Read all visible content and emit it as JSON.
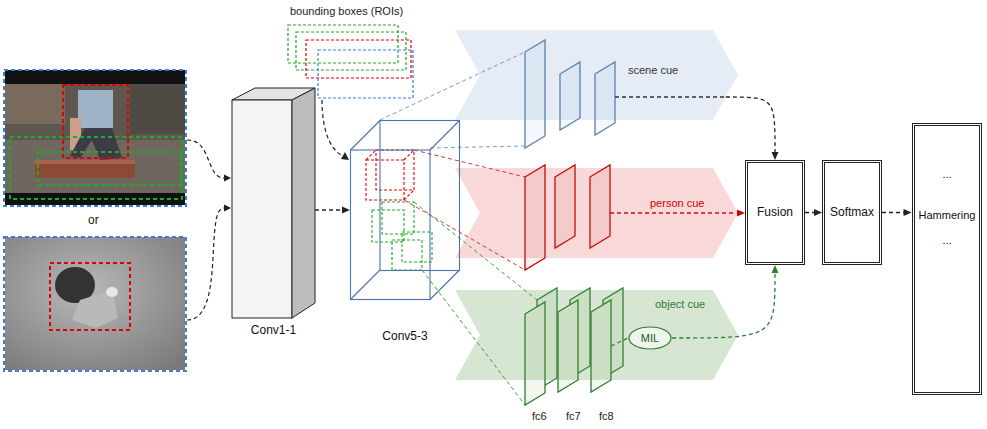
{
  "diagram": {
    "nodes": [
      {
        "text": [
          "Conv1-1"
        ]
      },
      {
        "text": [
          "Conv5-3"
        ]
      },
      {
        "text": [
          "scene cue"
        ]
      },
      {
        "text": [
          "person cue"
        ]
      },
      {
        "text": [
          "object cue"
        ]
      },
      {
        "text": [
          "MIL"
        ],
        "in": 4
      },
      {
        "text": [
          "Fusion"
        ]
      },
      {
        "text": [
          "Softmax"
        ]
      },
      {
        "text": [
          "...",
          "Hammering",
          "..."
        ]
      }
    ],
    "edges": [
      {
        "from": 0,
        "to": 1,
        "arrow": "to"
      },
      {
        "from": 2,
        "to": 6,
        "arrow": "to"
      },
      {
        "from": 3,
        "to": 6,
        "arrow": "to"
      },
      {
        "from": 5,
        "to": 6,
        "arrow": "to"
      },
      {
        "from": 6,
        "to": 7,
        "arrow": "to"
      },
      {
        "from": 7,
        "to": 8,
        "arrow": "to"
      }
    ],
    "labels": [
      "bounding boxes (ROIs)",
      "or",
      "fc6",
      "fc7",
      "fc8"
    ]
  }
}
